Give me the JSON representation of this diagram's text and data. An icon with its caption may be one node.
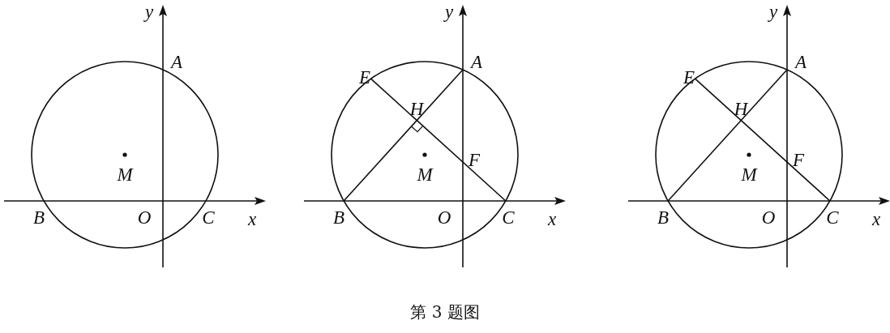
{
  "diagram": {
    "caption": "第 3 题图",
    "labels": [
      "y",
      "A",
      "M",
      "B",
      "O",
      "C",
      "x",
      "y",
      "E",
      "A",
      "H",
      "M",
      "F",
      "B",
      "O",
      "C",
      "x",
      "y",
      "E",
      "A",
      "H",
      "M",
      "F",
      "B",
      "O",
      "C",
      "x"
    ]
  }
}
